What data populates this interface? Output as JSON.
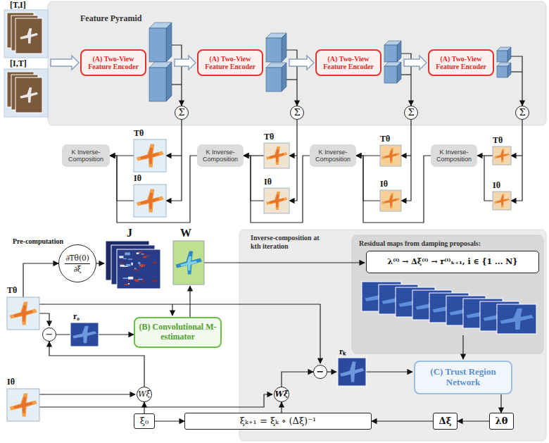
{
  "diagram": {
    "nodes": [
      {
        "text": [
          "Feature Pyramid"
        ]
      },
      {
        "text": [
          "(A) Two-View Feature Encoder"
        ],
        "in": 0
      },
      {
        "text": [
          "(A) Two-View Feature Encoder"
        ],
        "in": 0
      },
      {
        "text": [
          "(A) Two-View Feature Encoder"
        ],
        "in": 0
      },
      {
        "text": [
          "(A) Two-View Feature Encoder"
        ],
        "in": 0
      },
      {
        "text": [
          "Σ"
        ]
      },
      {
        "text": [
          "Σ"
        ]
      },
      {
        "text": [
          "Σ"
        ]
      },
      {
        "text": [
          "Σ"
        ]
      },
      {
        "text": [
          "K Inverse-Composition"
        ]
      },
      {
        "text": [
          "K Inverse-Composition"
        ]
      },
      {
        "text": [
          "K Inverse-Composition"
        ]
      },
      {
        "text": [
          "K Inverse-Composition"
        ]
      },
      {
        "text": [
          "Inverse-composition at kth iteration"
        ]
      },
      {
        "text": [
          "Residual maps from damping proposals:"
        ],
        "in": 13
      },
      {
        "text": [
          "λ⁽ⁱ⁾ → Δξ⁽ⁱ⁾ → r⁽ⁱ⁾ₖ₊₁, i ∈ {1 ... N}"
        ],
        "in": 14
      },
      {
        "text": [
          "∂Tθ(0)",
          "∂ξ"
        ]
      },
      {
        "text": [
          "(B) Convolutional M-estimator"
        ]
      },
      {
        "text": [
          "−"
        ]
      },
      {
        "text": [
          "Wξ"
        ]
      },
      {
        "text": [
          "−"
        ],
        "in": 13
      },
      {
        "text": [
          "Wξ"
        ],
        "in": 13
      },
      {
        "text": [
          "(C) Trust Region Network"
        ],
        "in": 13
      },
      {
        "text": [
          "λθ"
        ],
        "in": 13
      },
      {
        "text": [
          "Δξ"
        ],
        "in": 13
      },
      {
        "text": [
          "ξₖ₊₁ = ξₖ ∘ (Δξ)⁻¹"
        ]
      },
      {
        "text": [
          "ξ₀"
        ]
      }
    ],
    "edges": [
      {
        "from": 10,
        "to": 9,
        "arrow": "to"
      },
      {
        "from": 11,
        "to": 10,
        "arrow": "to"
      },
      {
        "from": 12,
        "to": 11,
        "arrow": "to"
      },
      {
        "from": 18,
        "to": 17,
        "arrow": "to"
      },
      {
        "from": 19,
        "to": 18,
        "arrow": "to"
      },
      {
        "from": 26,
        "to": 19,
        "arrow": "to"
      },
      {
        "from": 26,
        "to": 25,
        "arrow": "to"
      },
      {
        "from": 25,
        "to": 21,
        "arrow": "to"
      },
      {
        "from": 21,
        "to": 20,
        "arrow": "to"
      },
      {
        "from": 22,
        "to": 23,
        "arrow": "to"
      },
      {
        "from": 23,
        "to": 24,
        "arrow": "to"
      },
      {
        "from": 24,
        "to": 25,
        "arrow": "to"
      }
    ],
    "labels": [
      "[T,I]",
      "[I,T]",
      "Tθ",
      "Iθ",
      "Tθ",
      "Iθ",
      "Tθ",
      "Iθ",
      "Tθ",
      "Iθ",
      "Pre-computation",
      "J",
      "W",
      "Tθ",
      "r₀",
      "Iθ",
      "rₖ"
    ]
  }
}
